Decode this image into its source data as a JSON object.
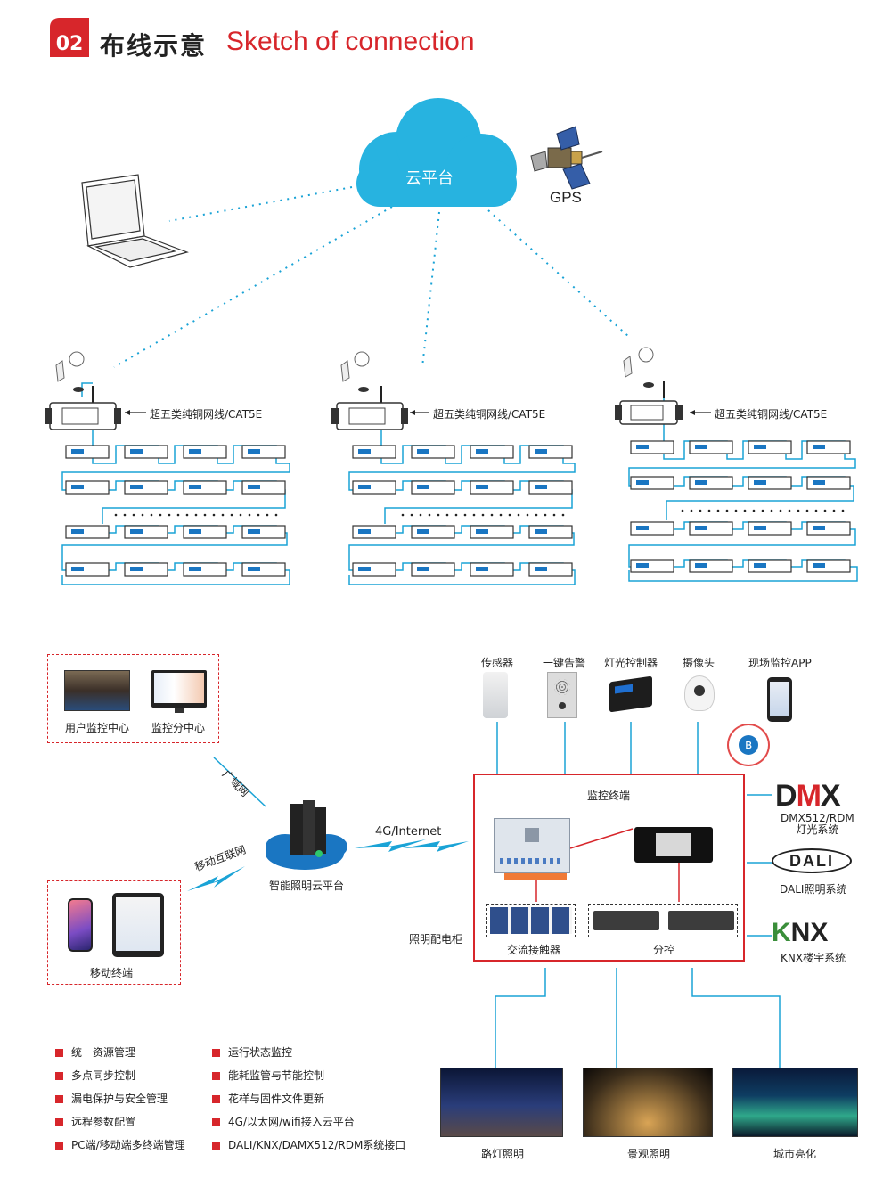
{
  "header": {
    "number": "02",
    "title_cn": "布线示意",
    "title_en": "Sketch of connection"
  },
  "cloud": {
    "label": "云平台"
  },
  "gps": {
    "label": "GPS"
  },
  "cable_label": "超五类纯铜网线/CAT5E",
  "monitor_center": {
    "user": "用户监控中心",
    "branch": "监控分中心"
  },
  "wan_label": "广域网",
  "mobile_internet_label": "移动互联网",
  "mobile_terminal": "移动终端",
  "cloud_platform": "智能照明云平台",
  "internet_label": "4G/Internet",
  "top_devices": [
    {
      "label": "传感器"
    },
    {
      "label": "一键告警"
    },
    {
      "label": "灯光控制器"
    },
    {
      "label": "摄像头"
    },
    {
      "label": "现场监控APP"
    }
  ],
  "cabinet": {
    "terminal_label": "监控终端",
    "cabinet_label": "照明配电柜",
    "contactor_label": "交流接触器",
    "branch_control_label": "分控"
  },
  "systems": [
    {
      "logo": "DMX",
      "label": "DMX512/RDM\n灯光系统",
      "line1": "DMX512/RDM",
      "line2": "灯光系统"
    },
    {
      "logo": "DALI",
      "label": "DALI照明系统"
    },
    {
      "logo": "KNX",
      "label": "KNX楼宇系统"
    }
  ],
  "features_left": [
    "统一资源管理",
    "多点同步控制",
    "漏电保护与安全管理",
    "远程参数配置",
    "PC端/移动端多终端管理"
  ],
  "features_right": [
    "运行状态监控",
    "能耗监管与节能控制",
    "花样与固件文件更新",
    "4G/以太网/wifi接入云平台",
    "DALI/KNX/DAMX512/RDM系统接口"
  ],
  "scenes": [
    {
      "label": "路灯照明"
    },
    {
      "label": "景观照明"
    },
    {
      "label": "城市亮化"
    }
  ],
  "colors": {
    "accent": "#d7262b",
    "cable": "#1aa3d6",
    "cloud": "#27b3e0"
  }
}
